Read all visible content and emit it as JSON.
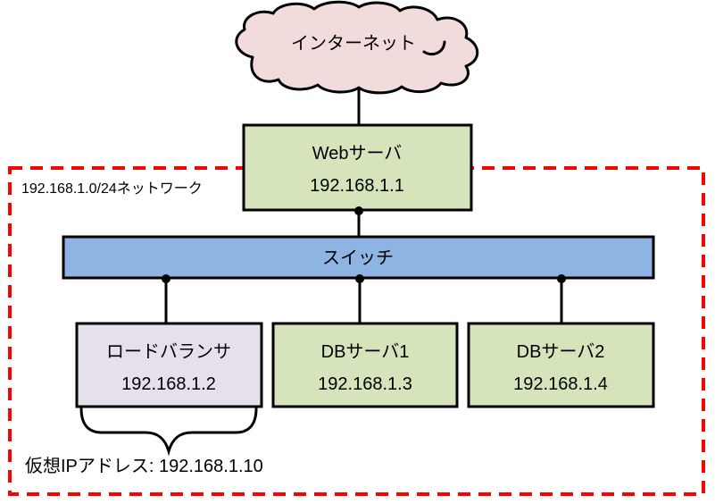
{
  "diagram": {
    "title": "network-topology-diagram",
    "internet": {
      "label": "インターネット"
    },
    "web_server": {
      "name": "Webサーバ",
      "ip": "192.168.1.1"
    },
    "network_boundary": {
      "label": "192.168.1.0/24ネットワーク"
    },
    "switch": {
      "label": "スイッチ"
    },
    "load_balancer": {
      "name": "ロードバランサ",
      "ip": "192.168.1.2"
    },
    "db_server_1": {
      "name": "DBサーバ1",
      "ip": "192.168.1.3"
    },
    "db_server_2": {
      "name": "DBサーバ2",
      "ip": "192.168.1.4"
    },
    "virtual_ip": {
      "label": "仮想IPアドレス: 192.168.1.10"
    },
    "colors": {
      "cloud_fill": "#F2DCDB",
      "server_fill": "#D6E4BC",
      "switch_fill": "#8EB4E3",
      "load_balancer_fill": "#E5E0EC",
      "network_border": "#FF0000",
      "network_label_color": "#FF0000",
      "line_color": "#000000"
    }
  }
}
